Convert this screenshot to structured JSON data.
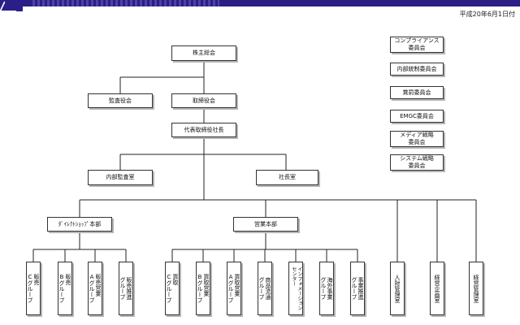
{
  "date": "平成20年6月1日付",
  "top": {
    "shareholders": "株主総会",
    "auditors": "監査役会",
    "board": "取締役会",
    "president": "代表取締役社長",
    "internal_audit": "内部監査室",
    "presidents_office": "社長室",
    "direct_shop": "ﾀﾞｲﾚｸﾄｼｮｯﾌﾟ本部",
    "sales_hq": "営業本部"
  },
  "committees": [
    "コンプライアンス\n委員会",
    "内部統制委員会",
    "賞罰委員会",
    "EMGC委員会",
    "メディア戦略\n委員会",
    "システム戦略\n委員会"
  ],
  "direct_groups": [
    "販売\nCグループ",
    "販売\nBグループ",
    "販売営業\nAグループ",
    "販売推進\nグループ"
  ],
  "sales_groups": [
    "買取\nCグループ",
    "買取営業\nBグループ",
    "買取営業\nAグループ",
    "商品流通\nグループ",
    "インフォメーション\nセンター",
    "海外事業\nグループ",
    "事業推進\nグループ"
  ],
  "staff_depts": [
    "人財管理室",
    "経営企画室",
    "経営管理室"
  ]
}
